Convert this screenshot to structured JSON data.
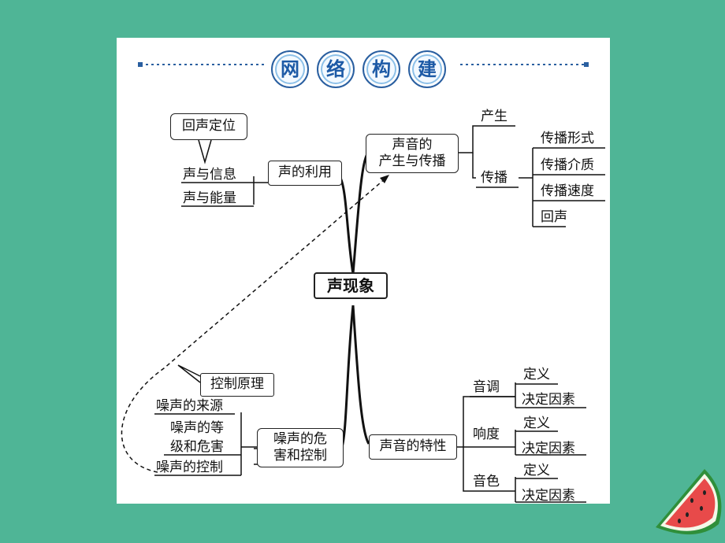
{
  "title": {
    "chars": [
      "网",
      "络",
      "构",
      "建"
    ]
  },
  "center": "声现象",
  "branches": {
    "use": {
      "label": "声的利用",
      "items": [
        "声与信息",
        "声与能量"
      ],
      "callout": "回声定位"
    },
    "production": {
      "label_line1": "声音的",
      "label_line2": "产生与传播",
      "produce": "产生",
      "propagate": "传播",
      "propagate_items": [
        "传播形式",
        "传播介质",
        "传播速度",
        "回声"
      ]
    },
    "noise": {
      "label_line1": "噪声的危",
      "label_line2": "害和控制",
      "items": {
        "source": "噪声的来源",
        "level_line1": "噪声的等",
        "level_line2": "级和危害",
        "control": "噪声的控制"
      },
      "principle": "控制原理"
    },
    "characteristics": {
      "label": "声音的特性",
      "groups": [
        {
          "name": "音调",
          "items": [
            "定义",
            "决定因素"
          ]
        },
        {
          "name": "响度",
          "items": [
            "定义",
            "决定因素"
          ]
        },
        {
          "name": "音色",
          "items": [
            "定义",
            "决定因素"
          ]
        }
      ]
    }
  },
  "colors": {
    "background": "#4fb596",
    "title_blue": "#1d5aa6",
    "line": "#111111"
  }
}
